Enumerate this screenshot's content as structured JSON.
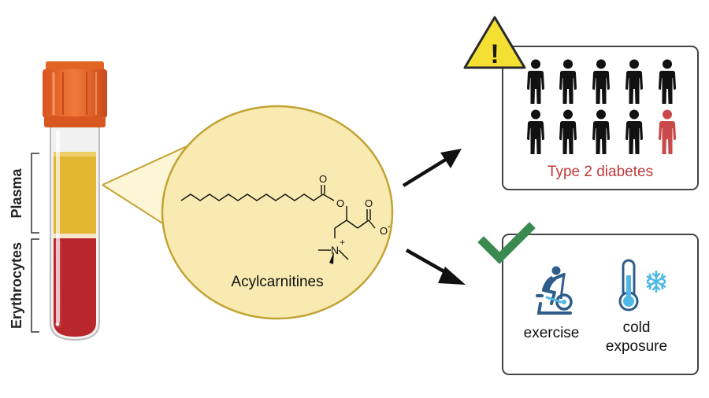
{
  "tube": {
    "plasma_label": "Plasma",
    "erythrocytes_label": "Erythrocytes",
    "cap_color": "#e8692c",
    "plasma_color": "#e2b630",
    "blood_color": "#b8262e"
  },
  "molecule": {
    "name": "Acylcarnitines",
    "oxygen_symbol": "O",
    "nitrogen_symbol": "N",
    "charge_plus": "+",
    "carboxylate_label": "O",
    "charge_minus": "-",
    "circle_fill": "#f8eab0",
    "circle_stroke": "#c2a335"
  },
  "risk_panel": {
    "warning_symbol": "!",
    "warning_color": "#f4e033",
    "person_color": "#111111",
    "highlight_color": "#c94a4a",
    "caption": "Type 2 diabetes",
    "people_count": 10,
    "highlighted_count": 1
  },
  "benefit_panel": {
    "check_color": "#3b8a50",
    "exercise_label": "exercise",
    "exercise_icon": "exercise-bike-icon",
    "cold_line1": "cold",
    "cold_line2": "exposure",
    "cold_icon": "thermometer-snowflake-icon",
    "icon_color": "#2f5d8a",
    "accent_color": "#4fb8e6"
  }
}
